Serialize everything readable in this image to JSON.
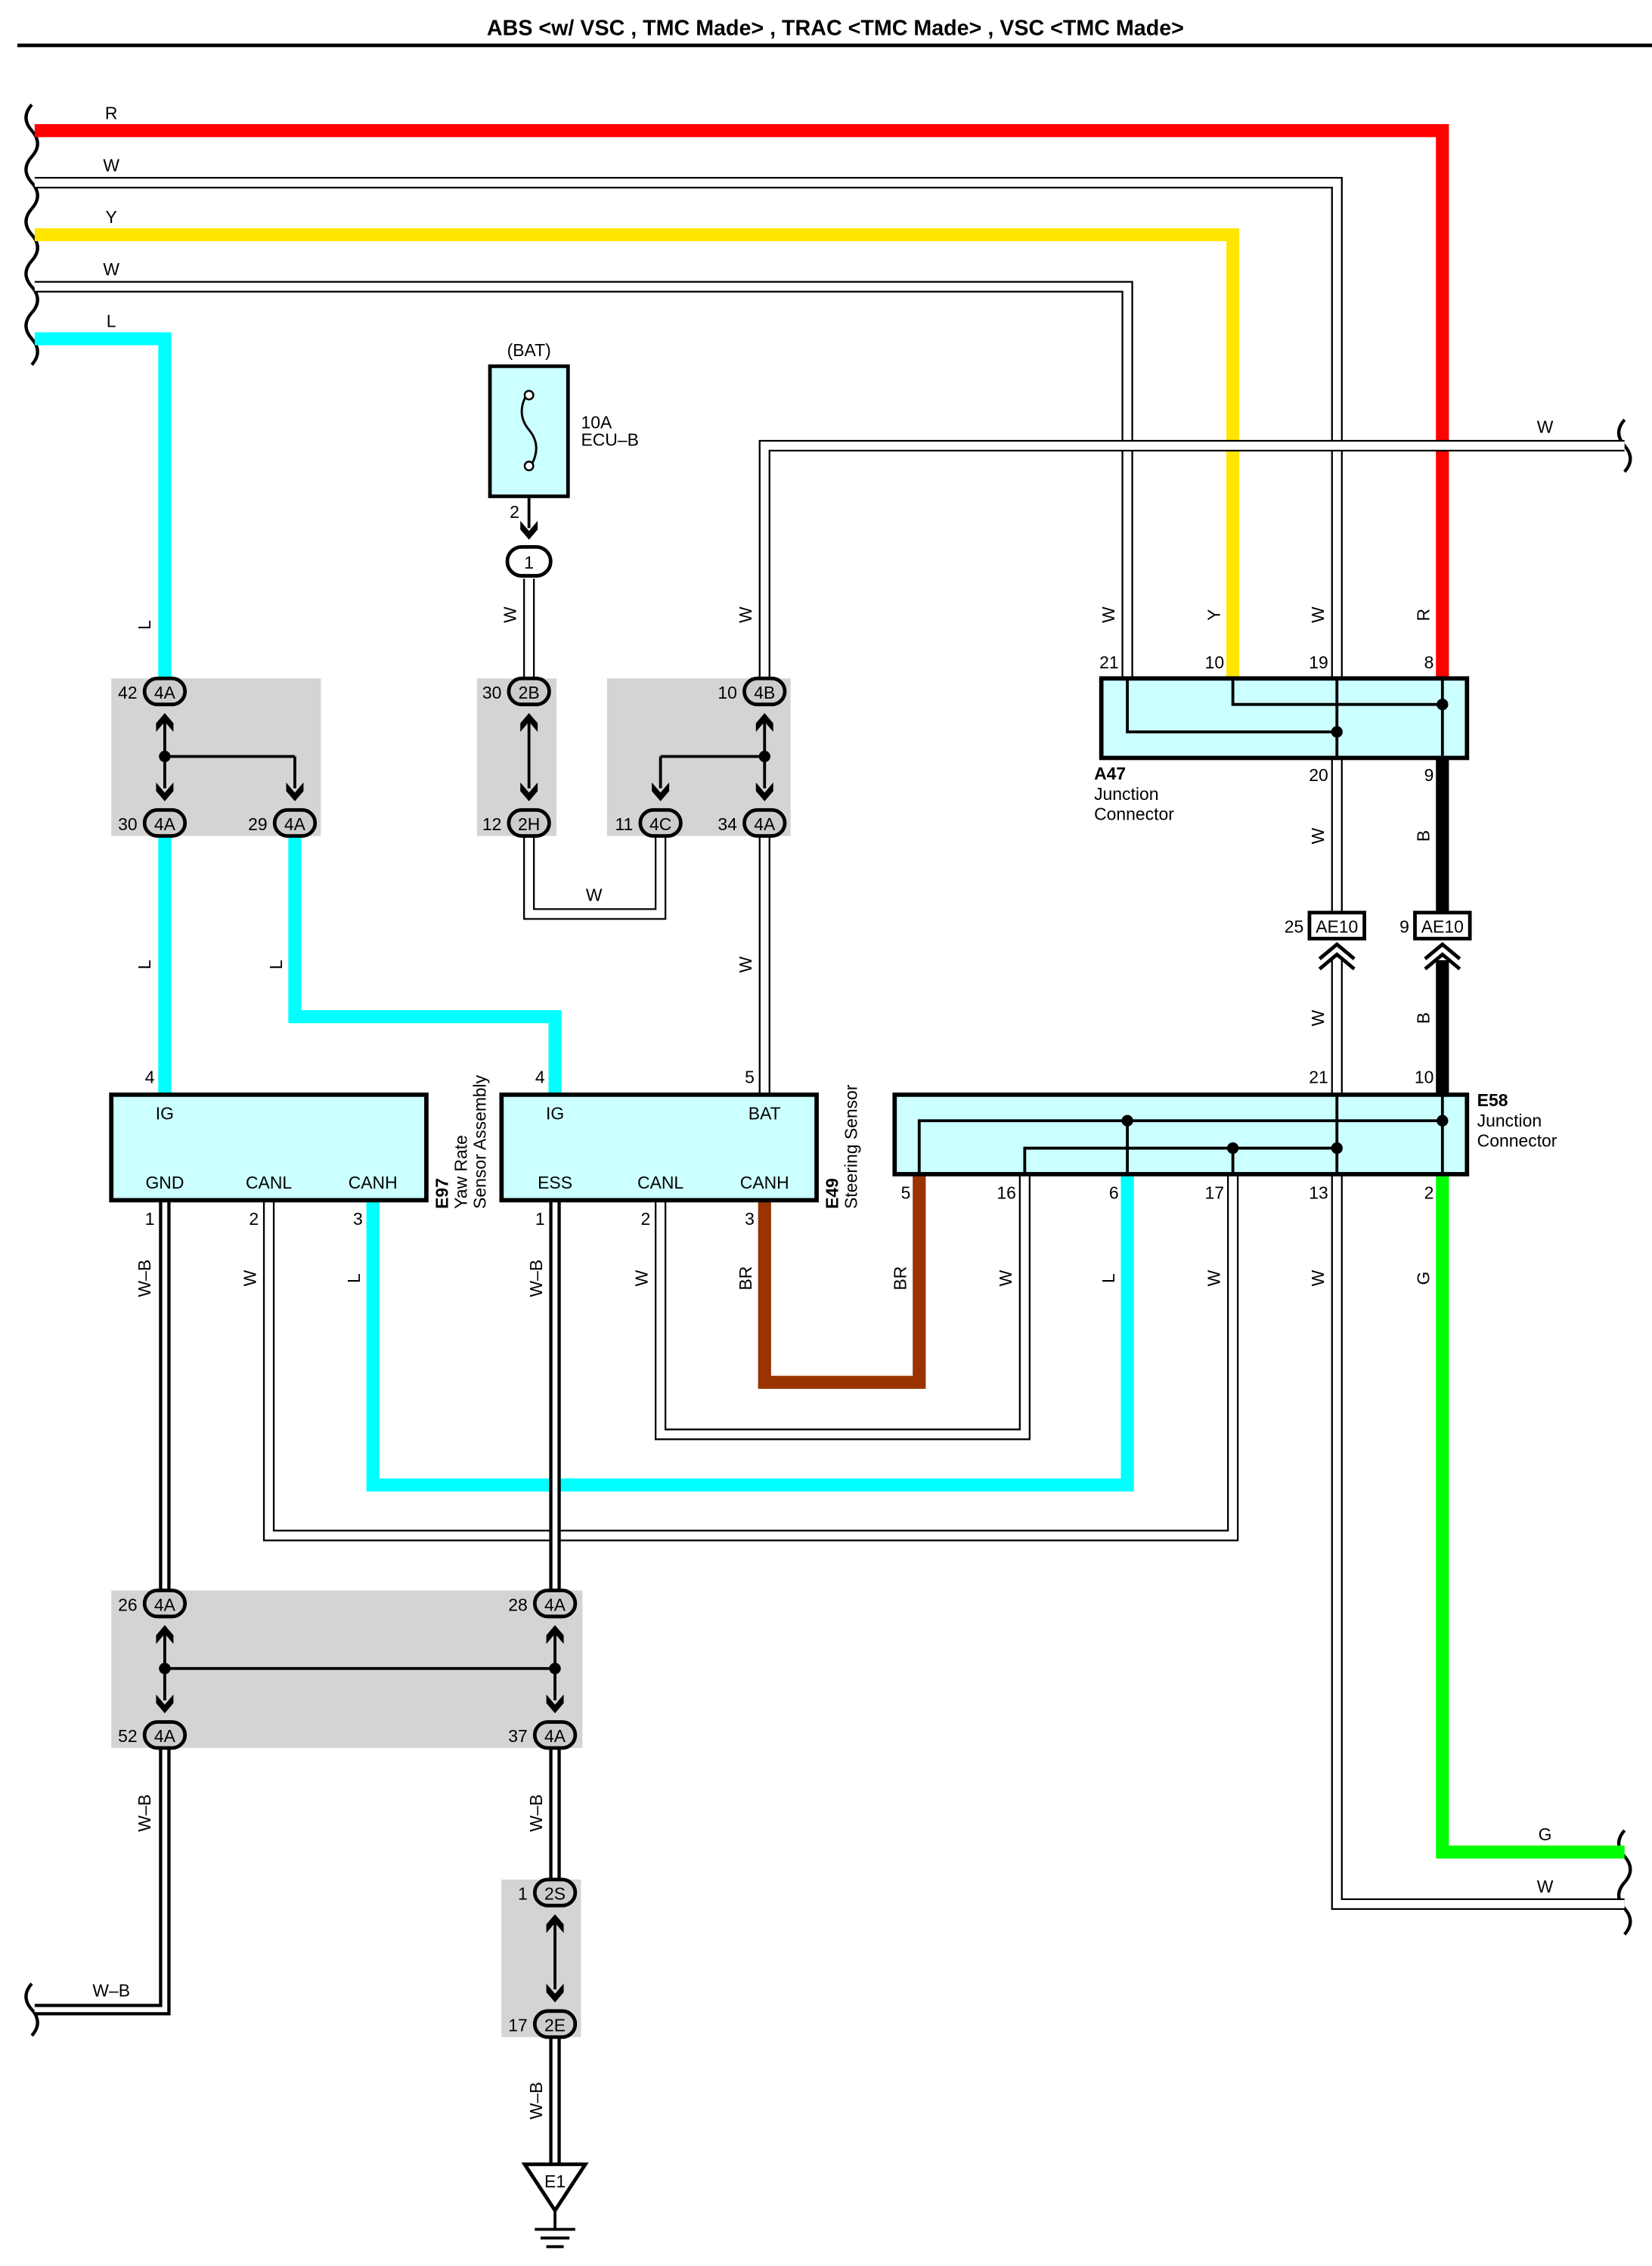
{
  "title": "ABS <w/ VSC , TMC Made> , TRAC <TMC Made> , VSC <TMC Made>",
  "colors": {
    "red": "#ff0000",
    "yellow": "#ffe600",
    "cyan": "#00ffff",
    "brown": "#993300",
    "green": "#00ff00",
    "black": "#000000",
    "component_fill": "#ccffff",
    "splice_bg": "#d4d4d4"
  },
  "fuse": {
    "source": "(BAT)",
    "rating": "10A",
    "name": "ECU–B",
    "pin": "2",
    "connector": "1"
  },
  "components": {
    "E97": {
      "code": "E97",
      "name": "Yaw Rate",
      "name2": "Sensor Assembly",
      "pins": {
        "IG": "IG",
        "GND": "GND",
        "CANL": "CANL",
        "CANH": "CANH"
      },
      "pin_nums": {
        "IG": "4",
        "GND": "1",
        "CANL": "2",
        "CANH": "3"
      }
    },
    "E49": {
      "code": "E49",
      "name": "Steering Sensor",
      "pins": {
        "IG": "IG",
        "BAT": "BAT",
        "ESS": "ESS",
        "CANL": "CANL",
        "CANH": "CANH"
      },
      "pin_nums": {
        "IG": "4",
        "BAT": "5",
        "ESS": "1",
        "CANL": "2",
        "CANH": "3"
      }
    },
    "A47": {
      "code": "A47",
      "name": "Junction",
      "name2": "Connector",
      "pin_nums": {
        "p21": "21",
        "p10": "10",
        "p19": "19",
        "p8": "8",
        "p20": "20",
        "p9": "9"
      }
    },
    "E58": {
      "code": "E58",
      "name": "Junction",
      "name2": "Connector",
      "pin_nums": {
        "p21": "21",
        "p10": "10",
        "p5": "5",
        "p16": "16",
        "p6": "6",
        "p17": "17",
        "p13": "13",
        "p2": "2"
      }
    }
  },
  "junctions": {
    "j42": {
      "code": "4A",
      "pin": "42"
    },
    "j30": {
      "code": "4A",
      "pin": "30"
    },
    "j29": {
      "code": "4A",
      "pin": "29"
    },
    "j2b": {
      "code": "2B",
      "pin": "30"
    },
    "j2h": {
      "code": "2H",
      "pin": "12"
    },
    "j4b": {
      "code": "4B",
      "pin": "10"
    },
    "j4c": {
      "code": "4C",
      "pin": "11"
    },
    "j34": {
      "code": "4A",
      "pin": "34"
    },
    "j26": {
      "code": "4A",
      "pin": "26"
    },
    "j28": {
      "code": "4A",
      "pin": "28"
    },
    "j52": {
      "code": "4A",
      "pin": "52"
    },
    "j37": {
      "code": "4A",
      "pin": "37"
    },
    "j2s": {
      "code": "2S",
      "pin": "1"
    },
    "j2e": {
      "code": "2E",
      "pin": "17"
    },
    "ae25": {
      "code": "AE10",
      "pin": "25"
    },
    "ae9": {
      "code": "AE10",
      "pin": "9"
    }
  },
  "ground": {
    "code": "E1"
  },
  "wire_labels": {
    "r": "R",
    "w": "W",
    "y": "Y",
    "l": "L",
    "b": "B",
    "g": "G",
    "br": "BR",
    "wb": "W–B"
  }
}
